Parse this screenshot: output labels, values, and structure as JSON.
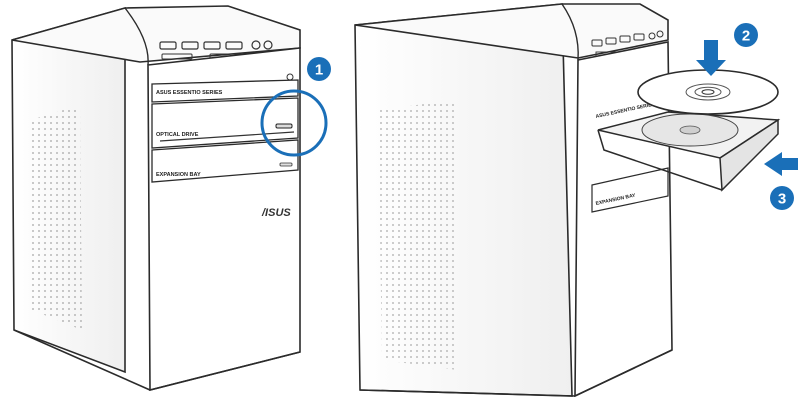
{
  "colors": {
    "callout": "#1a6fb8",
    "outline": "#2b2b2b",
    "panel": "#f7f7f7",
    "shade": "#e6e6e6"
  },
  "left_computer": {
    "label_top": "ASUS ESSENTIO SERIES",
    "label_mid": "OPTICAL DRIVE",
    "label_bay": "EXPANSION BAY",
    "logo": "/ISUS"
  },
  "right_computer": {
    "label_top": "ASUS ESSENTIO SERIES",
    "label_bay": "EXPANSION BAY"
  },
  "steps": [
    {
      "number": "1",
      "icon": "eject-button-circle-icon"
    },
    {
      "number": "2",
      "icon": "down-arrow-icon"
    },
    {
      "number": "3",
      "icon": "left-arrow-icon"
    }
  ]
}
